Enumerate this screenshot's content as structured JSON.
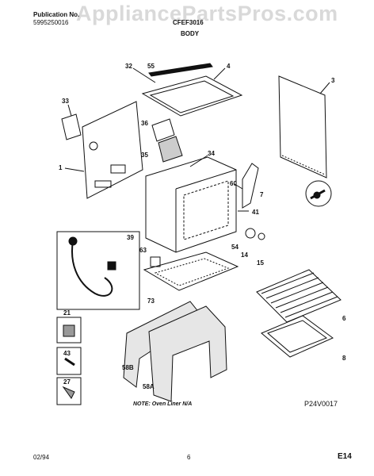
{
  "header": {
    "publication_label": "Publication No.",
    "publication_number": "5995250016",
    "model_number": "CFEF3016",
    "section_title": "BODY"
  },
  "watermark": "AppliancePartsPros.com",
  "callouts": {
    "c32": "32",
    "c55": "55",
    "c4": "4",
    "c3": "3",
    "c33": "33",
    "c36": "36",
    "c35": "35",
    "c34": "34",
    "c1": "1",
    "c60": "60",
    "c7": "7",
    "c41": "41",
    "c39": "39",
    "c54": "54",
    "c14": "14",
    "c15": "15",
    "c63": "63",
    "c73": "73",
    "c6": "6",
    "c8": "8",
    "c21": "21",
    "c43": "43",
    "c27": "27",
    "c58b": "58B",
    "c58a": "58A"
  },
  "note": "NOTE: Oven Liner N/A",
  "diagram_code": "P24V0017",
  "footer": {
    "date": "02/94",
    "page": "6",
    "page_code": "E14"
  }
}
